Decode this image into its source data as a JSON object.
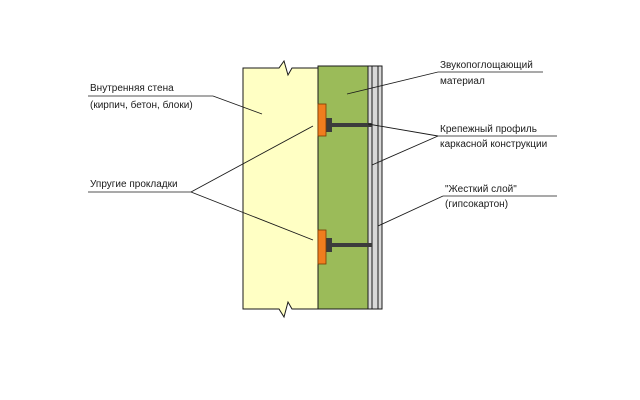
{
  "colors": {
    "wall": "#ffffc4",
    "insulation": "#9bbb59",
    "pad": "#f07d1e",
    "profile": "#3c3c3c",
    "drywall": "#d8d8d8",
    "lines": "#1a1a1a"
  },
  "labels": {
    "inner_wall": {
      "line1": "Внутренняя стена",
      "line2": "(кирпич, бетон, блоки)"
    },
    "elastic_pads": {
      "line1": "Упругие прокладки"
    },
    "sound_absorbing": {
      "line1": "Звукопоглощающий",
      "line2": "материал"
    },
    "mounting_profile": {
      "line1": "Крепежный профиль",
      "line2": "каркасной конструкции"
    },
    "hard_layer": {
      "line1": "\"Жесткий слой\"",
      "line2": "(гипсокартон)"
    }
  }
}
